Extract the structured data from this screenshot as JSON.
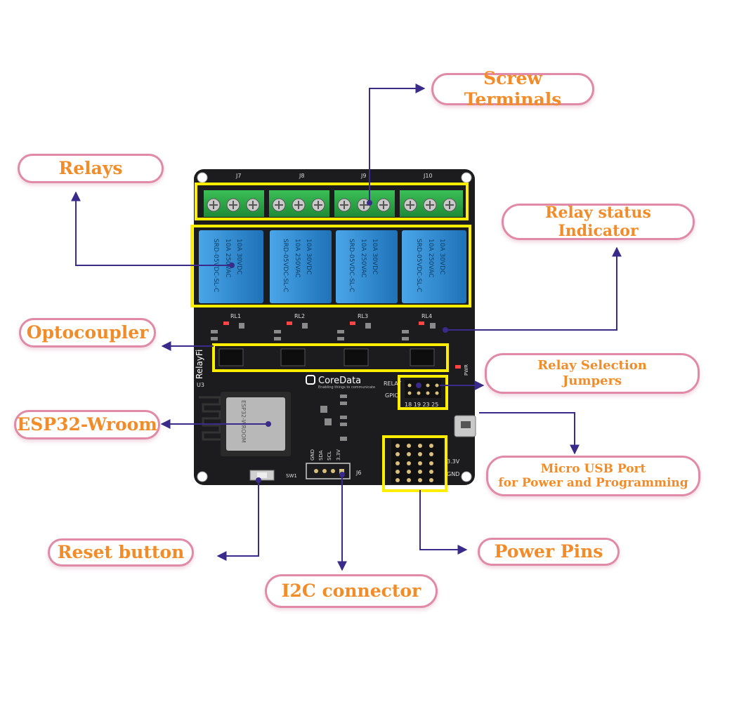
{
  "callouts": {
    "screw_terminals": "Screw Terminals",
    "relays": "Relays",
    "relay_status_indicator": "Relay status Indicator",
    "optocoupler": "Optocoupler",
    "relay_selection_line1": "Relay Selection",
    "relay_selection_line2": "Jumpers",
    "esp32": "ESP32-Wroom",
    "micro_usb_line1": "Micro USB Port",
    "micro_usb_line2": "for Power and Programming",
    "reset_button": "Reset button",
    "power_pins": "Power Pins",
    "i2c_connector": "I2C connector"
  },
  "board": {
    "terminal_labels": [
      "J7",
      "J8",
      "J9",
      "J10"
    ],
    "relay_labels": [
      "RL1",
      "RL2",
      "RL3",
      "RL4"
    ],
    "relay_text": [
      "SRD-05VDC-SL-C",
      "10A 250VAC",
      "10A 30VDC"
    ],
    "brand": "CoreData",
    "tagline": "Enabling things to communicate",
    "side_brand": "RelayFi",
    "module_label": "U3",
    "module_text": "ESP32-WROOM",
    "jumper_header_label": "RELAY",
    "jumper_gpio_label": "GPIO",
    "jumper_numbers": "18 19 23 25",
    "i2c_pins": [
      "GND",
      "SDA",
      "SCL",
      "3.3V"
    ],
    "i2c_label": "J6",
    "switch_label": "SW1",
    "pwr_label": "PWR",
    "power_right_labels": [
      "3.3V",
      "GND"
    ]
  },
  "colors": {
    "callout_text": "#f28c28",
    "callout_border": "#e08aa8",
    "arrow": "#3a2a8a",
    "highlight": "#ffee00",
    "pcb": "#1c1c1e",
    "relay_blue": "#2d8fd6",
    "terminal_green": "#2fa84a"
  }
}
